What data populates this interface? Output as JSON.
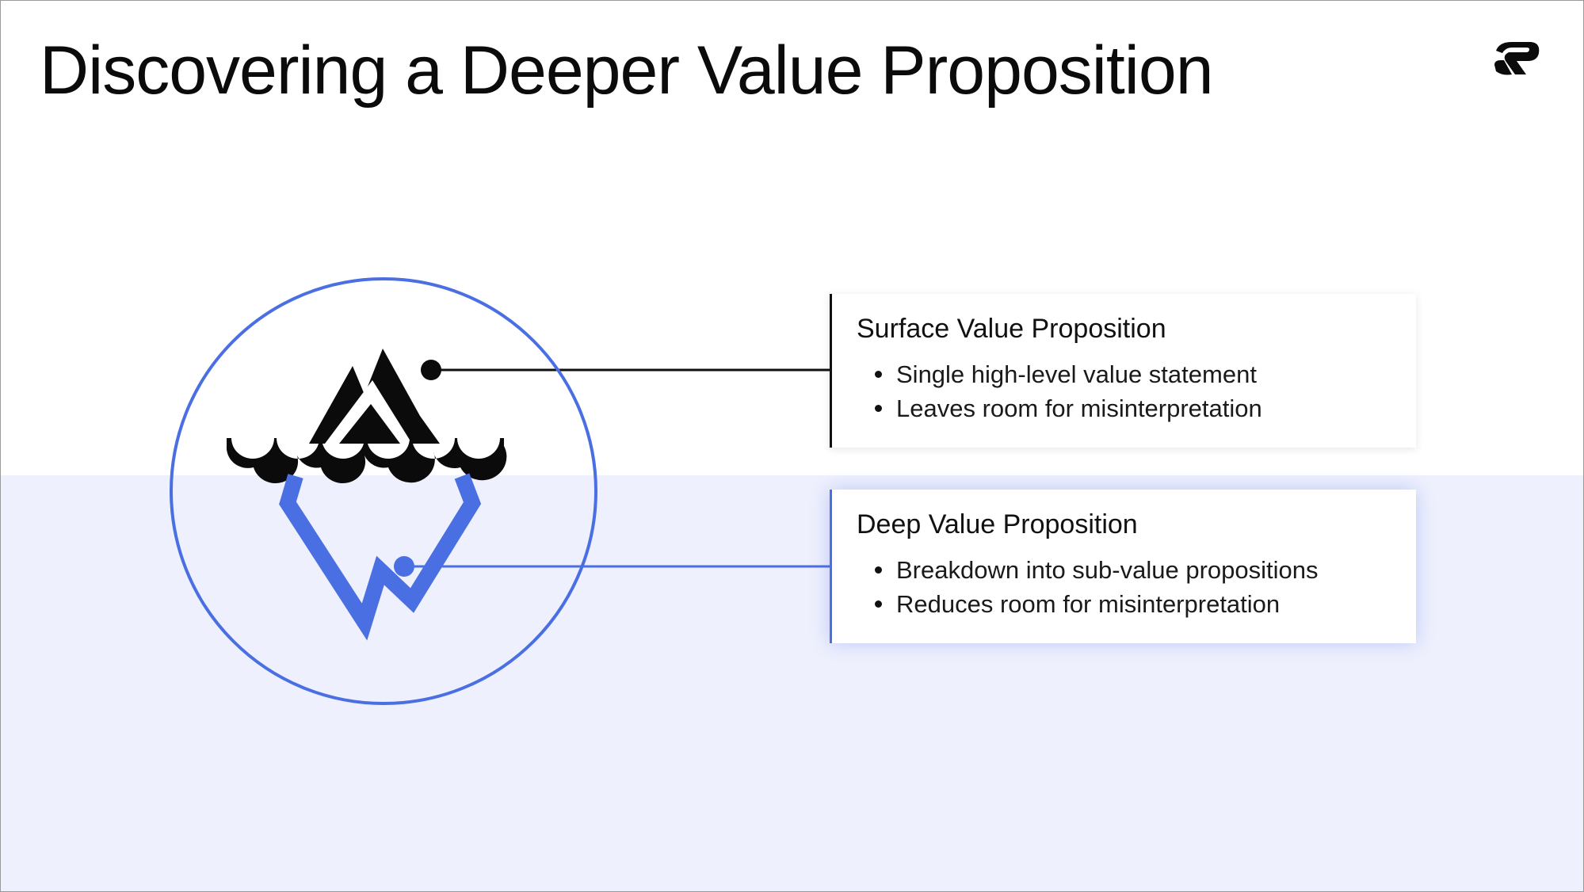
{
  "title": "Discovering a Deeper Value Proposition",
  "logo": {
    "icon": "brand-logo-icon"
  },
  "diagram": {
    "icons": [
      "iceberg-peak-icon",
      "waves-icon",
      "iceberg-underwater-icon"
    ],
    "colors": {
      "accent": "#4a6fe3",
      "dark": "#0b0b0b",
      "band": "#eef0fd"
    }
  },
  "cards": {
    "surface": {
      "title": "Surface Value Proposition",
      "bullets": [
        "Single high-level value statement",
        "Leaves room for misinterpretation"
      ]
    },
    "deep": {
      "title": "Deep Value Proposition",
      "bullets": [
        "Breakdown into sub-value propositions",
        "Reduces room for misinterpretation"
      ]
    }
  }
}
